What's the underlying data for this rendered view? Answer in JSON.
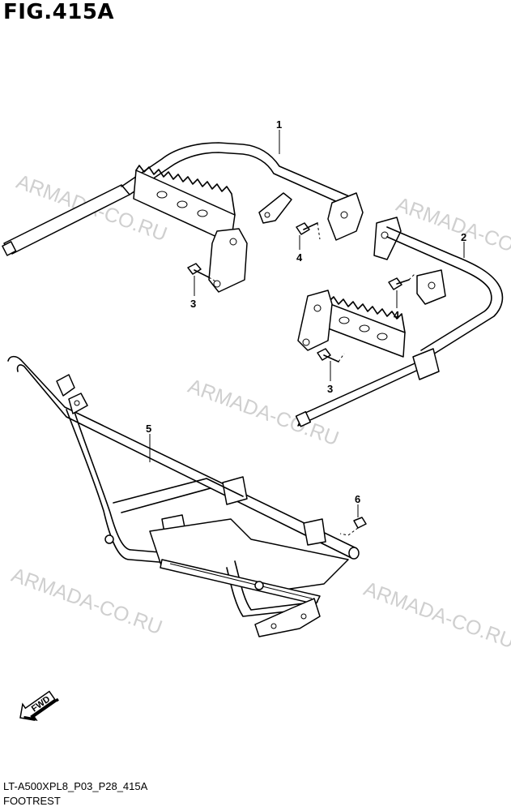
{
  "figure": {
    "title": "FIG.415A",
    "model_code": "LT-A500XPL8_P03_P28_415A",
    "section_name": "FOOTREST"
  },
  "watermark": "ARMADA-CO.RU",
  "callouts": [
    {
      "id": "c1",
      "label": "1"
    },
    {
      "id": "c2",
      "label": "2"
    },
    {
      "id": "c3a",
      "label": "3"
    },
    {
      "id": "c3b",
      "label": "3"
    },
    {
      "id": "c4a",
      "label": "4"
    },
    {
      "id": "c4b",
      "label": "4"
    },
    {
      "id": "c5",
      "label": "5"
    },
    {
      "id": "c6",
      "label": "6"
    }
  ],
  "direction_indicator": "FWD",
  "colors": {
    "line": "#000000",
    "background": "#ffffff",
    "watermark": "#cfcfcf"
  }
}
